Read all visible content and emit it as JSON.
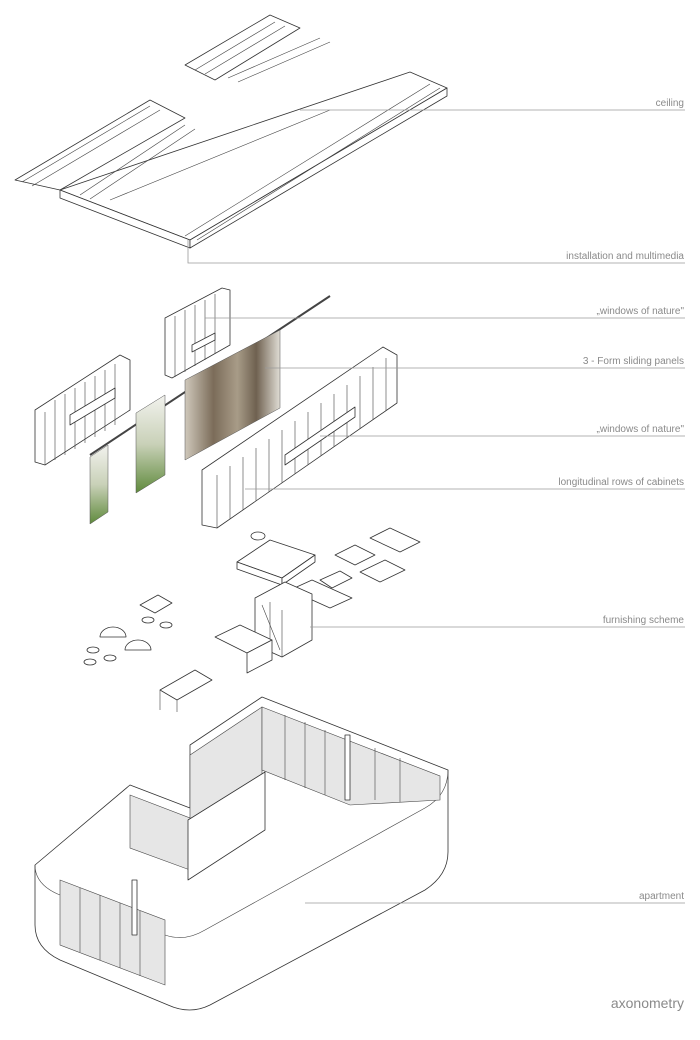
{
  "labels": {
    "ceiling": "ceiling",
    "installation": "installation and multimedia",
    "windows_upper": "„windows of nature\"",
    "sliding_panels": "3 - Form sliding panels",
    "windows_lower": "„windows of nature\"",
    "cabinets": "longitudinal rows of cabinets",
    "furnishing": "furnishing scheme",
    "apartment": "apartment"
  },
  "title": "axonometry",
  "colors": {
    "panel_green": "#6f8f4a",
    "panel_brown": "#7a6a55",
    "leader": "#9a9a9a",
    "text": "#8a8a8a"
  }
}
